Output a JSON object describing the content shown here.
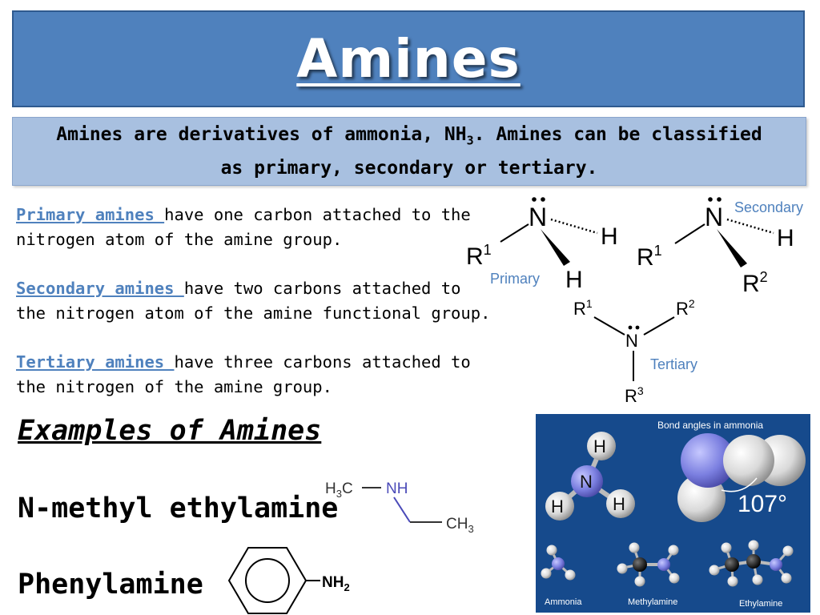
{
  "slide": {
    "title": "Amines",
    "intro": {
      "line1_a": "Amines are derivatives of ammonia, NH",
      "line1_sub": "3",
      "line1_b": ". Amines can be classified",
      "line2": "as primary, secondary or tertiary."
    },
    "definitions": [
      {
        "term": "Primary amines ",
        "text": "have one carbon attached to the nitrogen atom of the amine group."
      },
      {
        "term": "Secondary amines ",
        "text": "have two carbons attached to the nitrogen atom of the amine functional group."
      },
      {
        "term": "Tertiary amines ",
        "text": "have three carbons attached to the nitrogen of the amine group."
      }
    ],
    "examples_heading": "Examples of Amines",
    "examples": [
      "N-methyl ethylamine",
      "Phenylamine"
    ]
  },
  "structures": {
    "primary_label": "Primary",
    "secondary_label": "Secondary",
    "tertiary_label": "Tertiary",
    "atoms": {
      "n": "N",
      "h": "H",
      "r": "R",
      "r1_sup": "1",
      "r2_sup": "2",
      "r3_sup": "3"
    },
    "methylethylamine": {
      "h3c_h": "H",
      "h3c_sub": "3",
      "h3c_c": "C",
      "nh": "NH",
      "ch3_ch": "CH",
      "ch3_sub": "3"
    },
    "phenylamine_group": {
      "nh": "NH",
      "sub": "2"
    }
  },
  "ammonia_panel": {
    "caption": "Bond angles in ammonia",
    "angle": "107°",
    "model_labels": [
      "Ammonia",
      "Methylamine",
      "Ethylamine"
    ],
    "atom_labels": {
      "n": "N",
      "h": "H"
    }
  },
  "colors": {
    "title_bg": "#4f81bd",
    "intro_bg": "#a8c0e0",
    "term": "#4f81bd",
    "panel_bg": "#164a8c",
    "nitrogen": "#7b7fe0"
  }
}
